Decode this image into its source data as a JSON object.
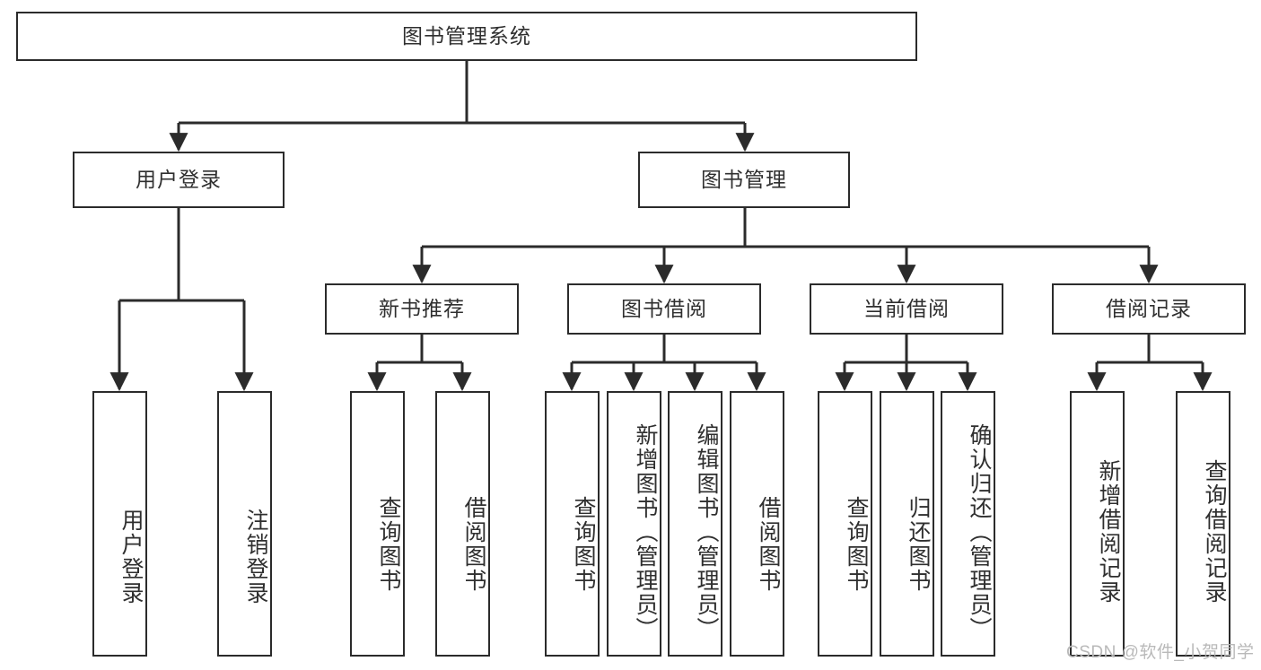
{
  "diagram": {
    "title": "图书管理系统",
    "type": "hierarchy-tree",
    "root": {
      "label": "图书管理系统",
      "children": [
        {
          "label": "用户登录",
          "children": [
            {
              "label": "用户登录"
            },
            {
              "label": "注销登录"
            }
          ]
        },
        {
          "label": "图书管理",
          "children": [
            {
              "label": "新书推荐",
              "children": [
                {
                  "label": "查询图书"
                },
                {
                  "label": "借阅图书"
                }
              ]
            },
            {
              "label": "图书借阅",
              "children": [
                {
                  "label": "查询图书"
                },
                {
                  "label": "新增图书（管理员）"
                },
                {
                  "label": "编辑图书（管理员）"
                },
                {
                  "label": "借阅图书"
                }
              ]
            },
            {
              "label": "当前借阅",
              "children": [
                {
                  "label": "查询图书"
                },
                {
                  "label": "归还图书"
                },
                {
                  "label": "确认归还（管理员）"
                }
              ]
            },
            {
              "label": "借阅记录",
              "children": [
                {
                  "label": "新增借阅记录"
                },
                {
                  "label": "查询借阅记录"
                }
              ]
            }
          ]
        }
      ]
    },
    "nodes": {
      "root": "图书管理系统",
      "user_login": "用户登录",
      "book_manage": "图书管理",
      "new_book_rec": "新书推荐",
      "book_borrow": "图书借阅",
      "current_borrow": "当前借阅",
      "borrow_record": "借阅记录",
      "leaf_user_login": "用户登录",
      "leaf_logout": "注销登录",
      "leaf_query_book_1": "查询图书",
      "leaf_borrow_book_1": "借阅图书",
      "leaf_query_book_2": "查询图书",
      "leaf_add_book": "新增图书（管理员）",
      "leaf_edit_book": "编辑图书（管理员）",
      "leaf_borrow_book_2": "借阅图书",
      "leaf_query_book_3": "查询图书",
      "leaf_return_book": "归还图书",
      "leaf_confirm_return": "确认归还（管理员）",
      "leaf_add_record": "新增借阅记录",
      "leaf_query_record": "查询借阅记录"
    },
    "colors": {
      "stroke": "#2b2b2b",
      "fill": "#ffffff",
      "text": "#2f2f2f",
      "watermark": "#b9b9b9"
    }
  },
  "watermark": {
    "text": "CSDN @软件_小贺同学"
  }
}
